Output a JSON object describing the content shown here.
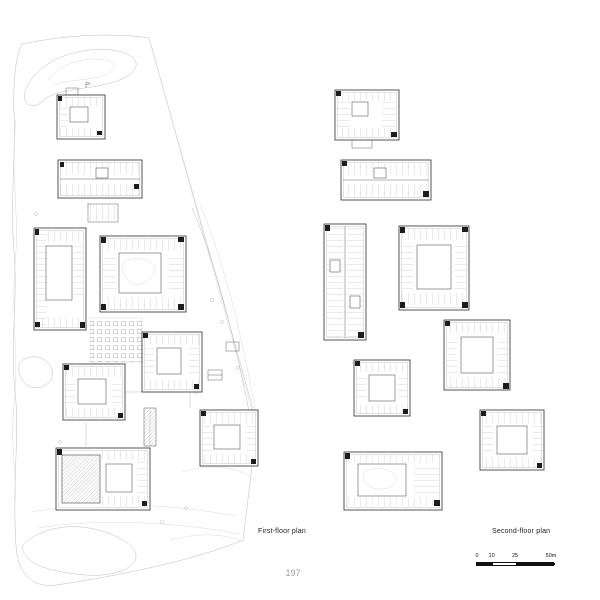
{
  "page": {
    "number": "197"
  },
  "figures": {
    "first_floor": {
      "caption": "First-floor plan"
    },
    "second_floor": {
      "caption": "Second-floor plan"
    }
  },
  "scale_bar": {
    "labels": [
      "0",
      "10",
      "25",
      "50m"
    ]
  },
  "colors": {
    "drawing_dark": "#2c2c2c",
    "drawing_light": "#bdbdbd",
    "page_number": "#9e9e9e"
  }
}
